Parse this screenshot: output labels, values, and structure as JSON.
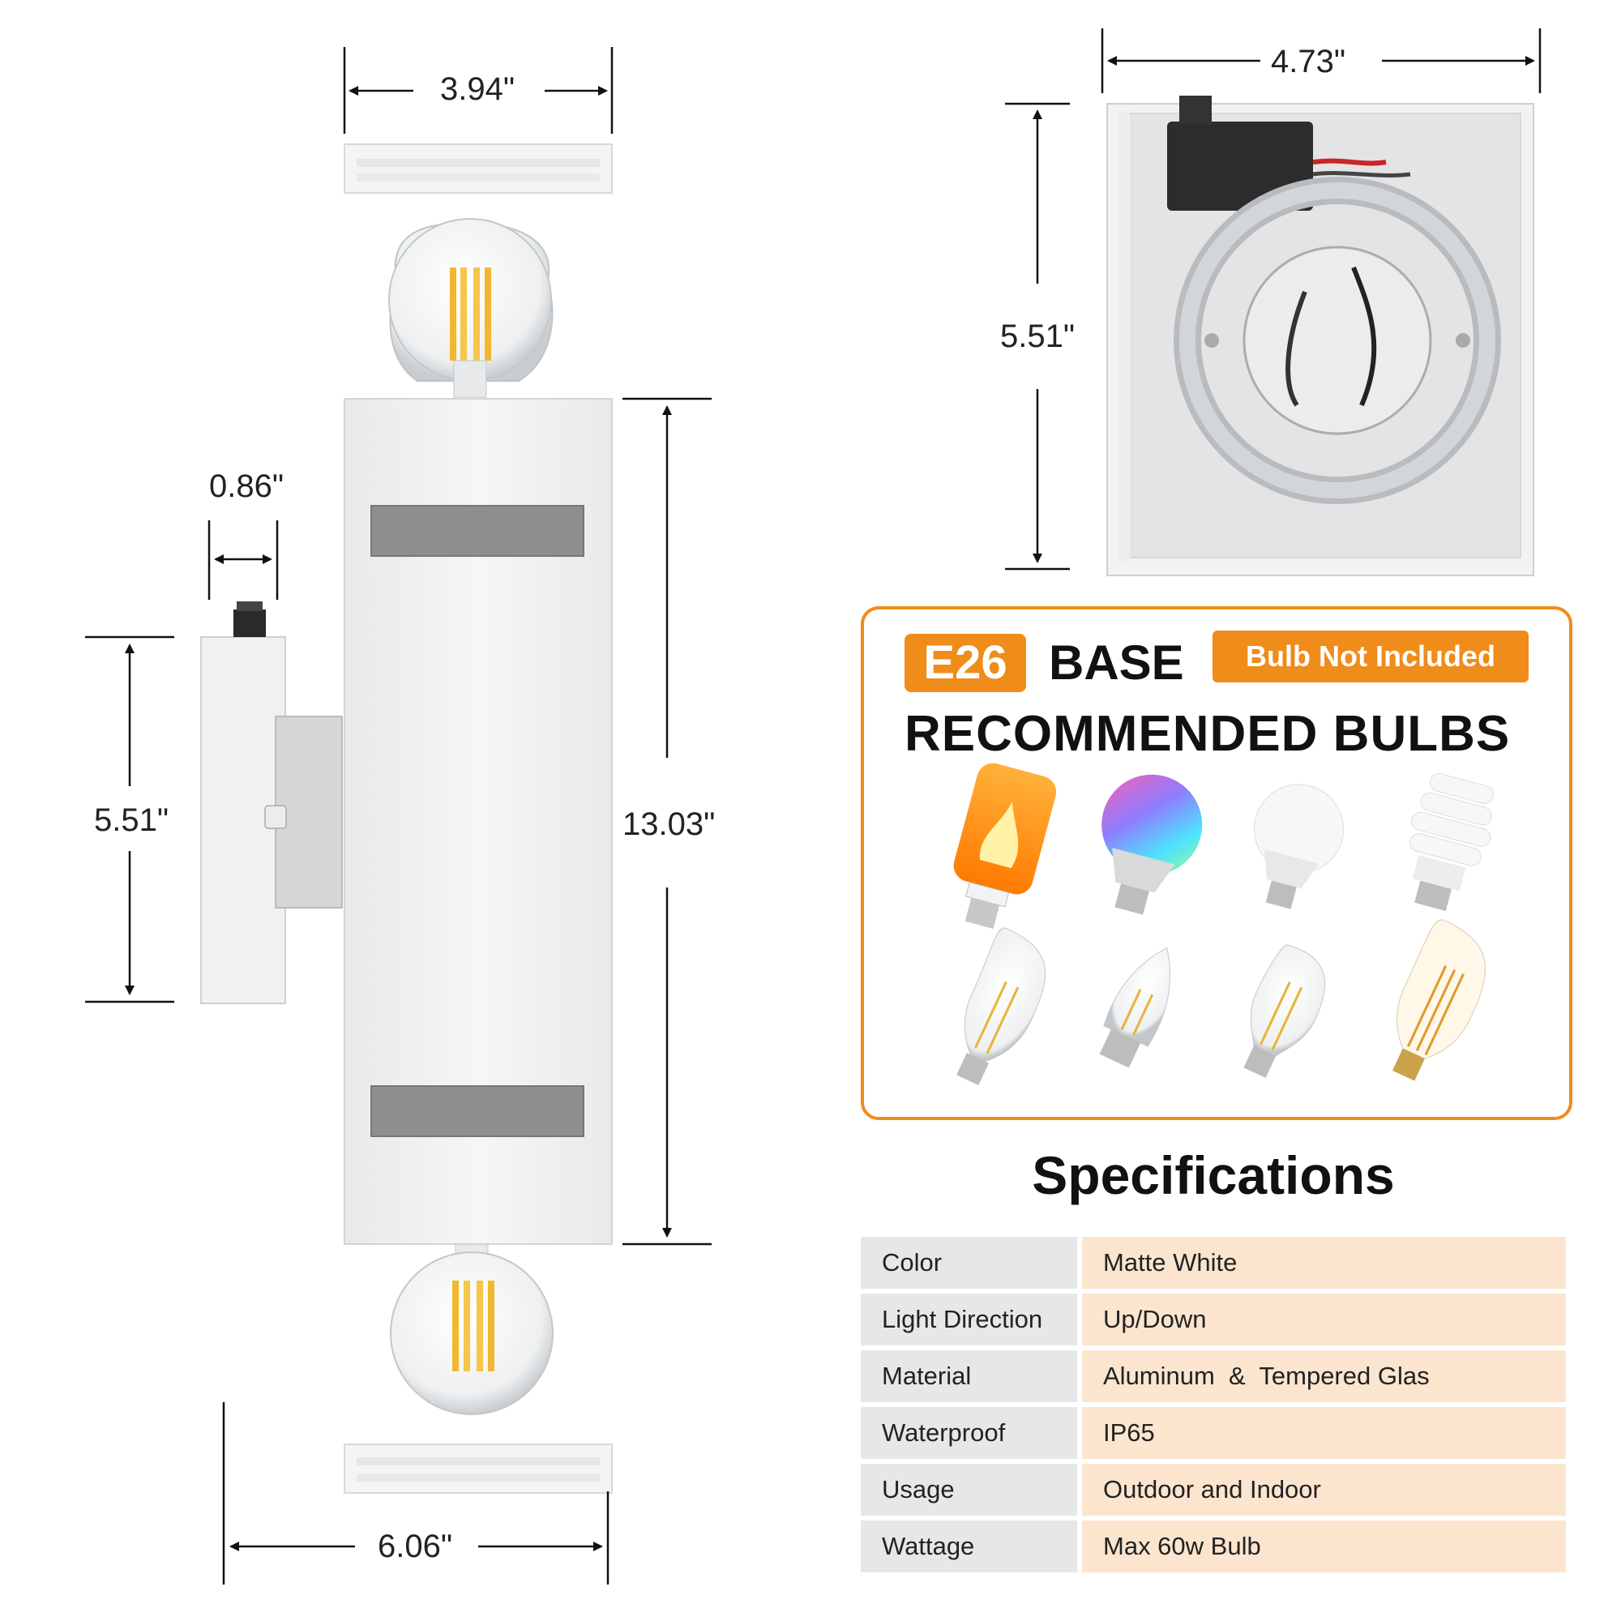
{
  "dimensions": {
    "top_width": "3.94\"",
    "depth": "0.86\"",
    "backplate_height": "5.51\"",
    "body_height": "13.03\"",
    "overall_width": "6.06\"",
    "box_width": "4.73\"",
    "box_height": "5.51\""
  },
  "panel": {
    "base_code": "E26",
    "base_label": "BASE",
    "note_badge": "Bulb Not Included",
    "heading": "RECOMMENDED BULBS"
  },
  "specifications": {
    "title": "Specifications",
    "rows": [
      {
        "key": "Color",
        "value": "Matte White"
      },
      {
        "key": "Light Direction",
        "value": "Up/Down"
      },
      {
        "key": "Material",
        "value": "Aluminum  &  Tempered Glas"
      },
      {
        "key": "Waterproof",
        "value": "IP65"
      },
      {
        "key": "Usage",
        "value": "Outdoor and Indoor"
      },
      {
        "key": "Wattage",
        "value": "Max 60w Bulb"
      }
    ]
  },
  "colors": {
    "accent": "#f08c1a",
    "spec_key_bg": "#e7e7e7",
    "spec_value_bg": "#fce5cf"
  }
}
